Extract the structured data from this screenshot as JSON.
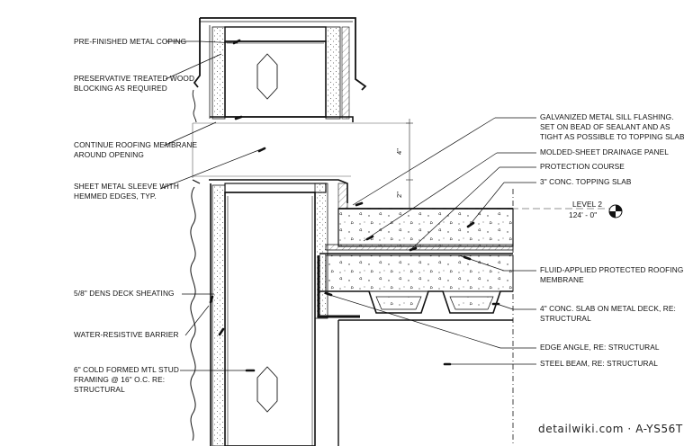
{
  "labels": {
    "coping": "PRE-FINISHED METAL COPING",
    "blocking": "PRESERVATIVE TREATED WOOD\nBLOCKING AS REQUIRED",
    "membrane_opening": "CONTINUE ROOFING MEMBRANE\nAROUND OPENING",
    "sleeve": "SHEET METAL SLEEVE WITH\nHEMMED EDGES, TYP.",
    "dens_deck": "5/8\" DENS DECK SHEATING",
    "wrb": "WATER-RESISTIVE BARRIER",
    "stud": "6\" COLD FORMED MTL STUD\nFRAMING @ 16\" O.C. RE:\nSTRUCTURAL",
    "sill_flashing": "GALVANIZED METAL SILL FLASHING.\nSET ON BEAD OF SEALANT AND AS\nTIGHT AS POSSIBLE TO TOPPING SLAB.",
    "drainage_panel": "MOLDED-SHEET DRAINAGE PANEL",
    "protection": "PROTECTION COURSE",
    "topping": "3\" CONC. TOPPING SLAB",
    "level_name": "LEVEL 2",
    "level_elev": "124' - 0\"",
    "fluid_membrane": "FLUID-APPLIED PROTECTED ROOFING\nMEMBRANE",
    "slab_deck": "4\" CONC. SLAB ON METAL DECK, RE:\nSTRUCTURAL",
    "edge_angle": "EDGE ANGLE, RE: STRUCTURAL",
    "steel_beam": "STEEL BEAM, RE: STRUCTURAL"
  },
  "dimensions": {
    "upper": "4\"",
    "lower": "2\""
  },
  "credit": "detailwiki.com · A-YS56T"
}
